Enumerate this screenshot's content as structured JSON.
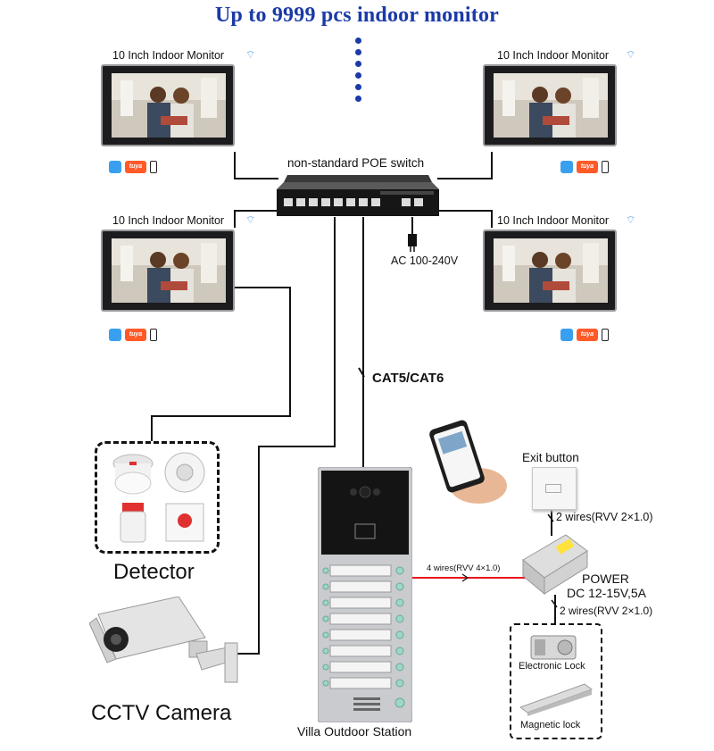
{
  "title": "Up to 9999 pcs indoor monitor",
  "monitors": [
    {
      "label": "10 Inch Indoor Monitor"
    },
    {
      "label": "10 Inch Indoor Monitor"
    },
    {
      "label": "10 Inch Indoor Monitor"
    },
    {
      "label": "10 Inch Indoor Monitor"
    }
  ],
  "app_icons": {
    "tuya": "tuya"
  },
  "switch": {
    "label": "non-standard POE switch",
    "power_label": "AC 100-240V"
  },
  "cable": {
    "label": "CAT5/CAT6"
  },
  "detector": {
    "label": "Detector"
  },
  "cctv": {
    "label": "CCTV Camera"
  },
  "outdoor": {
    "label": "Villa Outdoor Station"
  },
  "exit": {
    "label": "Exit button",
    "wires": "2 wires(RVV 2×1.0)"
  },
  "power": {
    "title": "POWER",
    "spec": "DC 12-15V,5A",
    "wires_out": "2 wires(RVV 2×1.0)",
    "wires_in": "4 wires(RVV 4×1.0)"
  },
  "locks": {
    "electronic": "Electronic Lock",
    "magnetic": "Magnetic lock"
  },
  "colors": {
    "title": "#1a3aa8",
    "red_wire": "#e8141c",
    "wire": "#111111"
  }
}
